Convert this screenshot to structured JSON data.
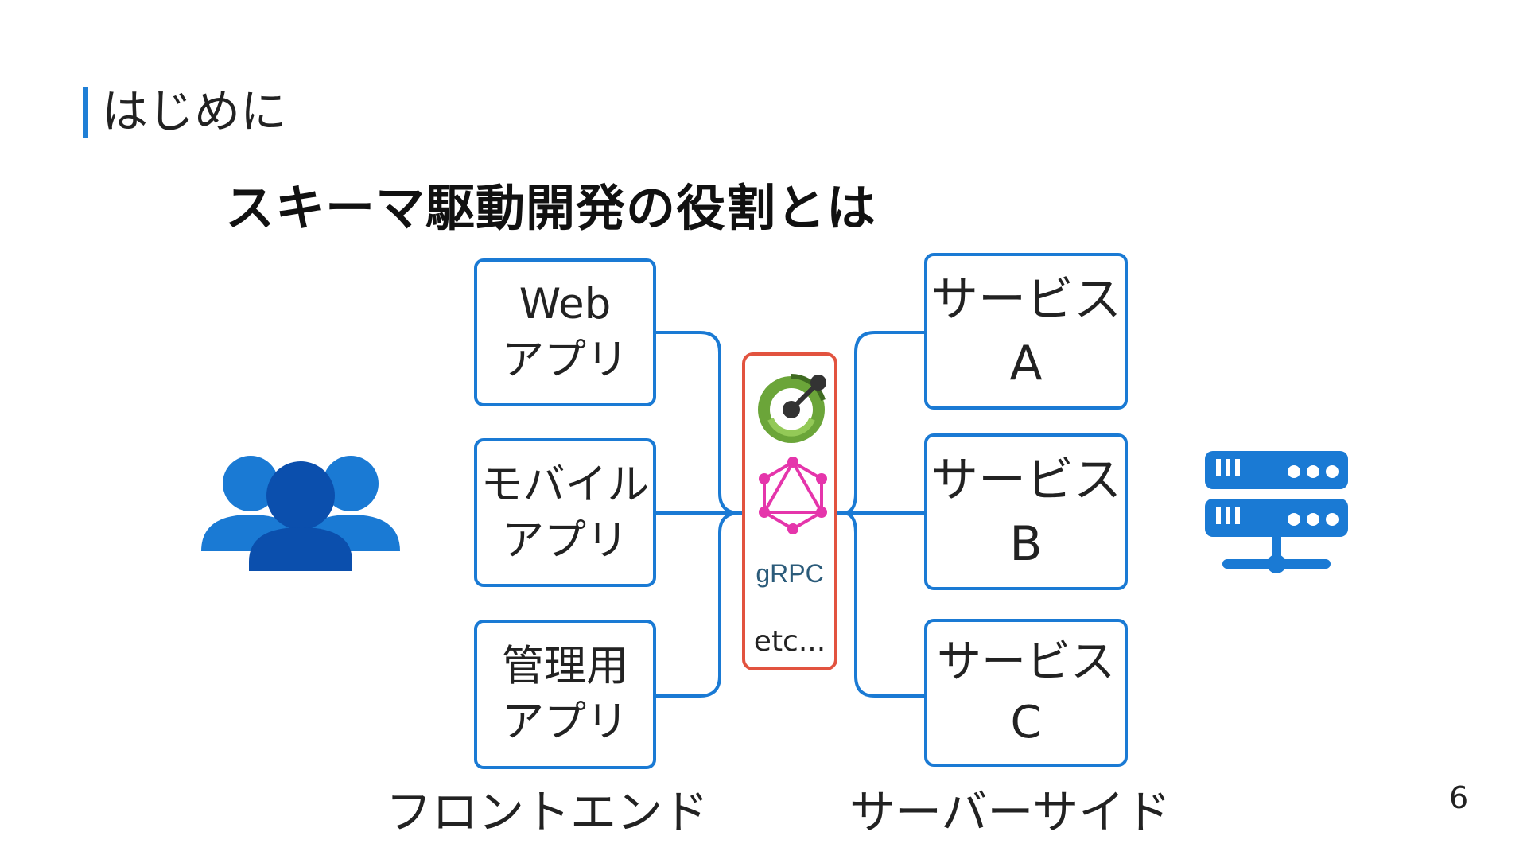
{
  "section": {
    "title": "はじめに"
  },
  "slide": {
    "title": "スキーマ駆動開発の役割とは",
    "page_number": "6"
  },
  "frontend": {
    "label": "フロントエンド",
    "apps": [
      {
        "line1": "Web",
        "line2": "アプリ"
      },
      {
        "line1": "モバイル",
        "line2": "アプリ"
      },
      {
        "line1": "管理用",
        "line2": "アプリ"
      }
    ]
  },
  "protocols": {
    "items": [
      "openapi-icon",
      "graphql-icon",
      "grpc-logo"
    ],
    "grpc_label": "gRPC",
    "etc_label": "etc..."
  },
  "serverside": {
    "label": "サーバーサイド",
    "services": [
      {
        "line1": "サービス",
        "line2": "A"
      },
      {
        "line1": "サービス",
        "line2": "B"
      },
      {
        "line1": "サービス",
        "line2": "C"
      }
    ]
  },
  "icons": {
    "users": "users-icon",
    "server": "server-icon"
  },
  "colors": {
    "accent_blue": "#1a7ad4",
    "protocol_border": "#e2533f",
    "users_light": "#1a7ad4",
    "users_dark": "#0b4fad",
    "server": "#1a7ad4",
    "graphql": "#e535ab",
    "openapi": "#6ba539"
  }
}
